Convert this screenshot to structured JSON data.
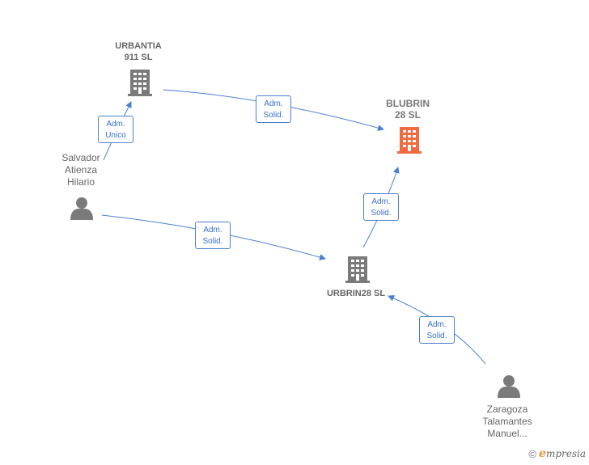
{
  "colors": {
    "company": "#7a7a7a",
    "company_highlight": "#f26a3d",
    "person": "#7a7a7a",
    "edge": "#4a7fd0"
  },
  "nodes": {
    "urbantia": {
      "line1": "URBANTIA",
      "line2": "911  SL",
      "icon": "building-icon"
    },
    "blubrin": {
      "line1": "BLUBRIN",
      "line2": "28  SL",
      "icon": "building-icon"
    },
    "urbrin": {
      "line1": "URBRIN28  SL",
      "icon": "building-icon"
    },
    "salvador": {
      "line1": "Salvador",
      "line2": "Atienza",
      "line3": "Hilario",
      "icon": "person-icon"
    },
    "zaragoza": {
      "line1": "Zaragoza",
      "line2": "Talamantes",
      "line3": "Manuel...",
      "icon": "person-icon"
    }
  },
  "edges": [
    {
      "from": "salvador",
      "to": "urbantia",
      "line1": "Adm.",
      "line2": "Unico"
    },
    {
      "from": "urbantia",
      "to": "blubrin",
      "line1": "Adm.",
      "line2": "Solid."
    },
    {
      "from": "urbrin",
      "to": "blubrin",
      "line1": "Adm.",
      "line2": "Solid."
    },
    {
      "from": "salvador",
      "to": "urbrin",
      "line1": "Adm.",
      "line2": "Solid."
    },
    {
      "from": "zaragoza",
      "to": "urbrin",
      "line1": "Adm.",
      "line2": "Solid."
    }
  ],
  "watermark": {
    "copyright": "©",
    "brand_initial": "e",
    "brand_rest": "mpresia"
  }
}
